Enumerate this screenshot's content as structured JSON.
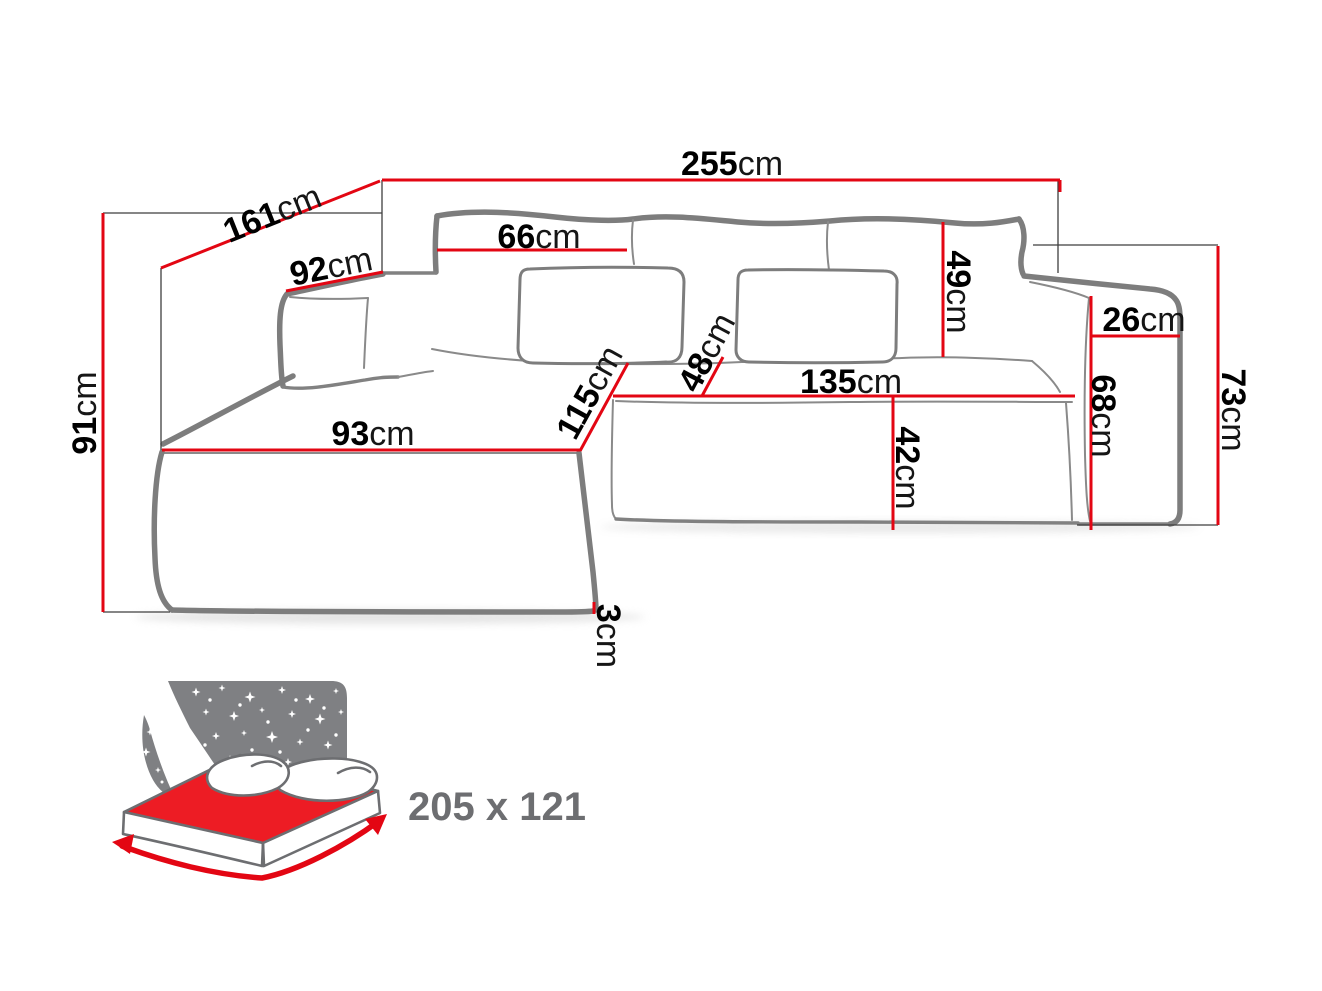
{
  "dims": {
    "d255": {
      "num": "255",
      "unit": "cm"
    },
    "d161": {
      "num": "161",
      "unit": "cm"
    },
    "d92": {
      "num": "92",
      "unit": "cm"
    },
    "d91": {
      "num": "91",
      "unit": "cm"
    },
    "d66": {
      "num": "66",
      "unit": "cm"
    },
    "d49": {
      "num": "49",
      "unit": "cm"
    },
    "d26": {
      "num": "26",
      "unit": "cm"
    },
    "d73": {
      "num": "73",
      "unit": "cm"
    },
    "d68": {
      "num": "68",
      "unit": "cm"
    },
    "d115": {
      "num": "115",
      "unit": "cm"
    },
    "d48": {
      "num": "48",
      "unit": "cm"
    },
    "d135": {
      "num": "135",
      "unit": "cm"
    },
    "d42": {
      "num": "42",
      "unit": "cm"
    },
    "d93": {
      "num": "93",
      "unit": "cm"
    },
    "d3": {
      "num": "3",
      "unit": "cm"
    }
  },
  "bed_icon": {
    "sleeping_area_label": "205 x 121"
  },
  "colors": {
    "dimension_line_red": "#e30613",
    "sofa_outline_gray": "#7d7d7d",
    "label_text_black": "#000000",
    "bed_mattress_red": "#ed1c24",
    "icon_gray": "#6d6e71",
    "background": "#ffffff"
  }
}
